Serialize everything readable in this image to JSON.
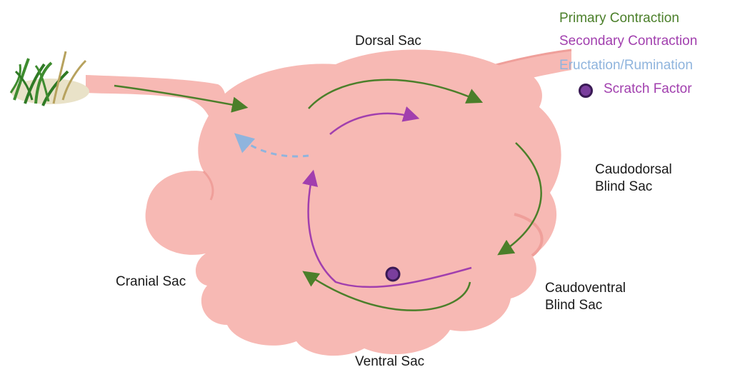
{
  "colors": {
    "stomach_fill": "#f7b9b4",
    "stomach_shade": "#ef9f9a",
    "primary": "#4b7f2a",
    "secondary": "#a13fae",
    "eructation": "#8fb4dd",
    "scratch_fill": "#7a3e9d",
    "scratch_stroke": "#3a1a55",
    "grass": "#3e8c2f",
    "grass_dry": "#b7a25e"
  },
  "legend": {
    "primary": "Primary Contraction",
    "secondary": "Secondary Contraction",
    "eructation": "Eructation/Rumination",
    "scratch": "Scratch Factor"
  },
  "labels": {
    "dorsal": "Dorsal Sac",
    "caudodorsal_line1": "Caudodorsal",
    "caudodorsal_line2": "Blind Sac",
    "caudoventral_line1": "Caudoventral",
    "caudoventral_line2": "Blind Sac",
    "cranial": "Cranial Sac",
    "ventral": "Ventral Sac"
  },
  "icons": {
    "grass": "grass-icon",
    "scratch_marker": "scratch-factor-dot-icon"
  }
}
